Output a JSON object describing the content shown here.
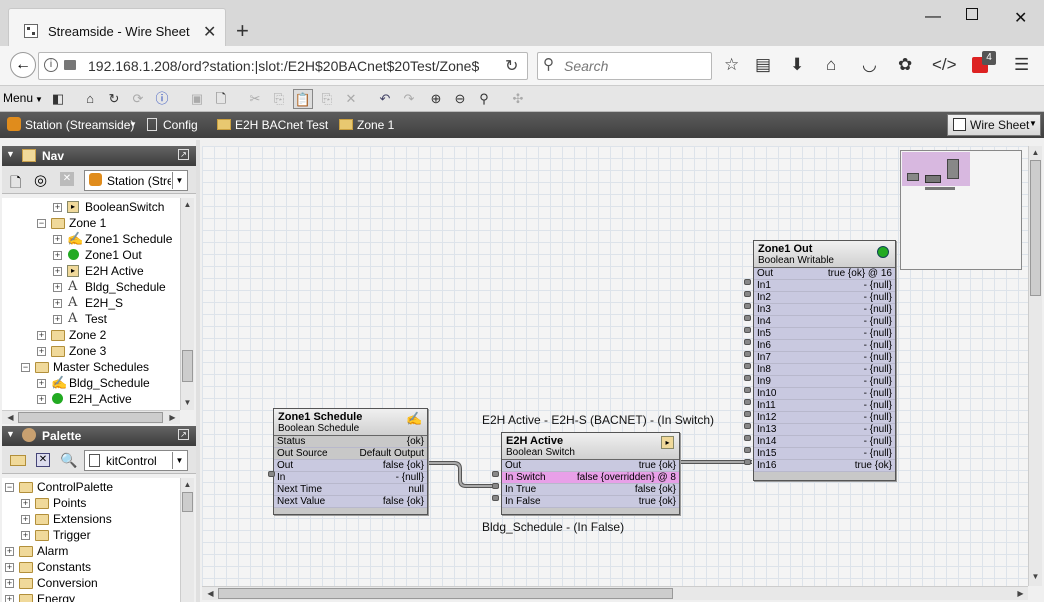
{
  "browser": {
    "tab_title": "Streamside - Wire Sheet",
    "url": "192.168.1.208/ord?station:|slot:/E2H$20BACnet$20Test/Zone$",
    "search_placeholder": "Search",
    "badge_count": "4"
  },
  "toolbar": {
    "menu_label": "Menu"
  },
  "breadcrumb": {
    "station": "Station (Streamside)",
    "config": "Config",
    "folder": "E2H BACnet Test",
    "zone": "Zone 1",
    "view": "Wire Sheet"
  },
  "nav": {
    "title": "Nav",
    "station_select": "Station (Stre",
    "items": [
      {
        "label": "BooleanSwitch",
        "indent": 3,
        "icon": "switch"
      },
      {
        "label": "Zone 1",
        "indent": 2,
        "icon": "folder",
        "expanded": true
      },
      {
        "label": "Zone1 Schedule",
        "indent": 3,
        "icon": "schedule"
      },
      {
        "label": "Zone1 Out",
        "indent": 3,
        "icon": "green-dot"
      },
      {
        "label": "E2H Active",
        "indent": 3,
        "icon": "switch"
      },
      {
        "label": "Bldg_Schedule",
        "indent": 3,
        "icon": "a"
      },
      {
        "label": "E2H_S",
        "indent": 3,
        "icon": "a"
      },
      {
        "label": "Test",
        "indent": 3,
        "icon": "a"
      },
      {
        "label": "Zone 2",
        "indent": 2,
        "icon": "folder"
      },
      {
        "label": "Zone 3",
        "indent": 2,
        "icon": "folder"
      },
      {
        "label": "Master Schedules",
        "indent": 1,
        "icon": "folder",
        "expanded": true
      },
      {
        "label": "Bldg_Schedule",
        "indent": 2,
        "icon": "schedule"
      },
      {
        "label": "E2H_Active",
        "indent": 2,
        "icon": "green-dot"
      }
    ]
  },
  "palette": {
    "title": "Palette",
    "module_select": "kitControl",
    "items": [
      {
        "label": "ControlPalette",
        "indent": 0,
        "expanded": true
      },
      {
        "label": "Points",
        "indent": 1
      },
      {
        "label": "Extensions",
        "indent": 1
      },
      {
        "label": "Trigger",
        "indent": 1
      },
      {
        "label": "Alarm",
        "indent": 0
      },
      {
        "label": "Constants",
        "indent": 0
      },
      {
        "label": "Conversion",
        "indent": 0
      },
      {
        "label": "Energy",
        "indent": 0
      }
    ]
  },
  "wiresheet": {
    "label_top": "E2H Active - E2H-S (BACNET) - (In Switch)",
    "label_bottom": "Bldg_Schedule - (In False)",
    "zone1_schedule": {
      "title": "Zone1 Schedule",
      "type": "Boolean Schedule",
      "slots": [
        {
          "name": "Status",
          "value": "{ok}",
          "style": "grey"
        },
        {
          "name": "Out Source",
          "value": "Default Output",
          "style": "grey"
        },
        {
          "name": "Out",
          "value": "false {ok}",
          "style": "purple"
        },
        {
          "name": "In",
          "value": "- {null}",
          "style": "purple"
        },
        {
          "name": "Next Time",
          "value": "null",
          "style": "purple"
        },
        {
          "name": "Next Value",
          "value": "false {ok}",
          "style": "purple"
        }
      ]
    },
    "e2h_active": {
      "title": "E2H Active",
      "type": "Boolean Switch",
      "slots": [
        {
          "name": "Out",
          "value": "true {ok}",
          "style": "purple"
        },
        {
          "name": "In Switch",
          "value": "false {overridden} @ 8",
          "style": "pink"
        },
        {
          "name": "In True",
          "value": "false {ok}",
          "style": "purple"
        },
        {
          "name": "In False",
          "value": "true {ok}",
          "style": "purple"
        }
      ]
    },
    "zone1_out": {
      "title": "Zone1 Out",
      "type": "Boolean Writable",
      "slots": [
        {
          "name": "Out",
          "value": "true {ok} @ 16"
        },
        {
          "name": "In1",
          "value": "- {null}"
        },
        {
          "name": "In2",
          "value": "- {null}"
        },
        {
          "name": "In3",
          "value": "- {null}"
        },
        {
          "name": "In4",
          "value": "- {null}"
        },
        {
          "name": "In5",
          "value": "- {null}"
        },
        {
          "name": "In6",
          "value": "- {null}"
        },
        {
          "name": "In7",
          "value": "- {null}"
        },
        {
          "name": "In8",
          "value": "- {null}"
        },
        {
          "name": "In9",
          "value": "- {null}"
        },
        {
          "name": "In10",
          "value": "- {null}"
        },
        {
          "name": "In11",
          "value": "- {null}"
        },
        {
          "name": "In12",
          "value": "- {null}"
        },
        {
          "name": "In13",
          "value": "- {null}"
        },
        {
          "name": "In14",
          "value": "- {null}"
        },
        {
          "name": "In15",
          "value": "- {null}"
        },
        {
          "name": "In16",
          "value": "true {ok}"
        }
      ]
    }
  },
  "colors": {
    "status_ok": "#22aa22",
    "overridden": "#e8a0e8",
    "slot_bg": "#c9c9e0"
  }
}
